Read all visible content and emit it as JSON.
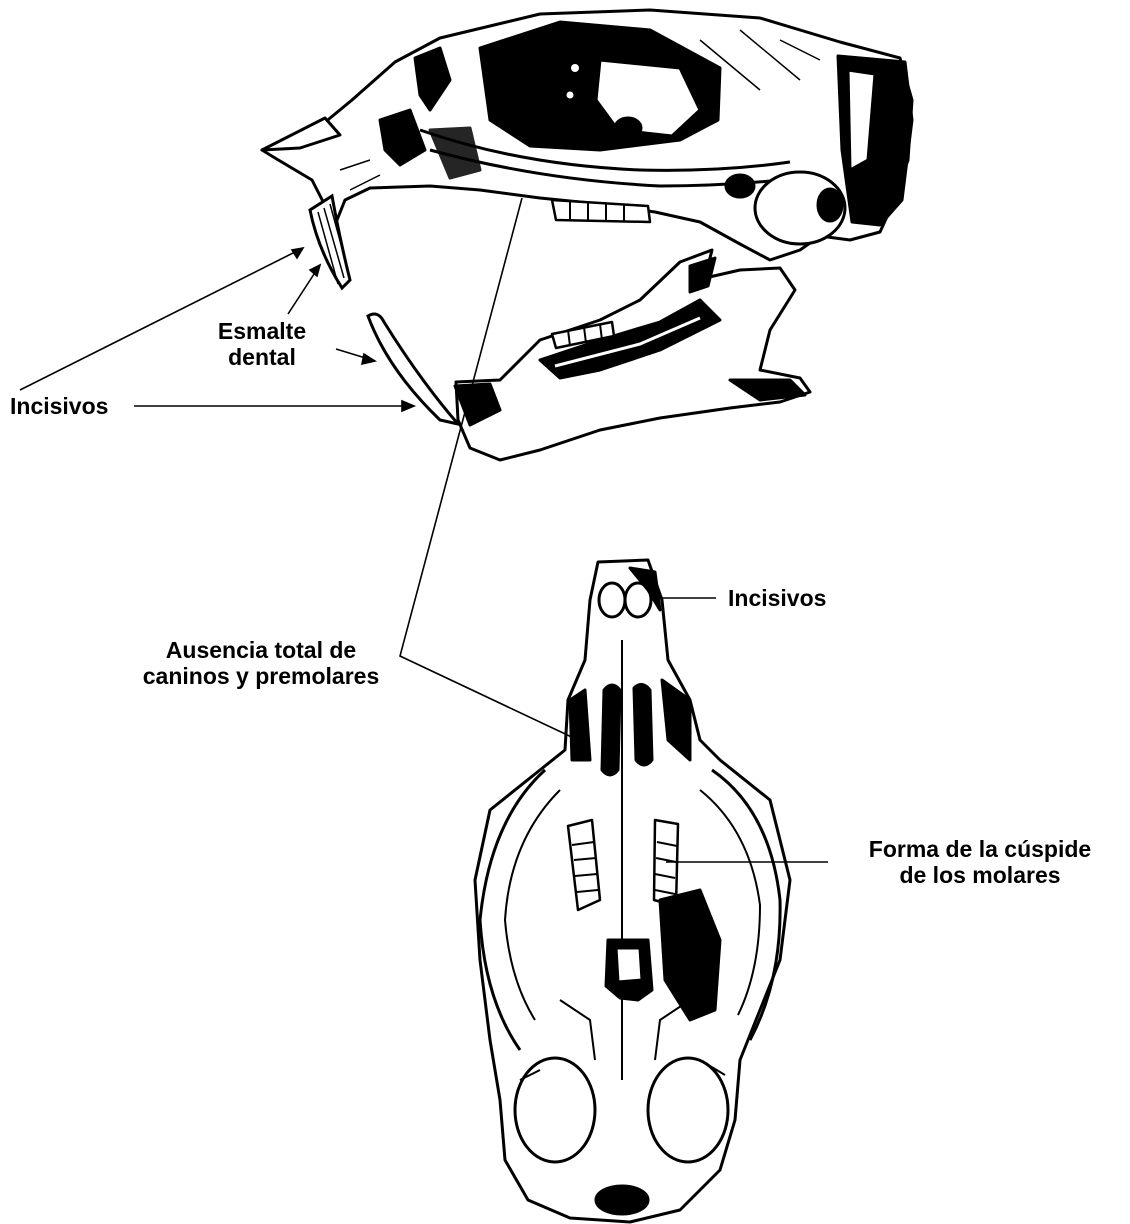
{
  "diagram": {
    "labels": {
      "esmalte_line1": "Esmalte",
      "esmalte_line2": "dental",
      "incisivos_side": "Incisivos",
      "incisivos_top": "Incisivos",
      "ausencia_line1": "Ausencia total de",
      "ausencia_line2": "caninos y premolares",
      "forma_line1": "Forma de la cúspide",
      "forma_line2": "de los molares"
    },
    "colors": {
      "ink": "#000000",
      "background": "#ffffff"
    }
  }
}
